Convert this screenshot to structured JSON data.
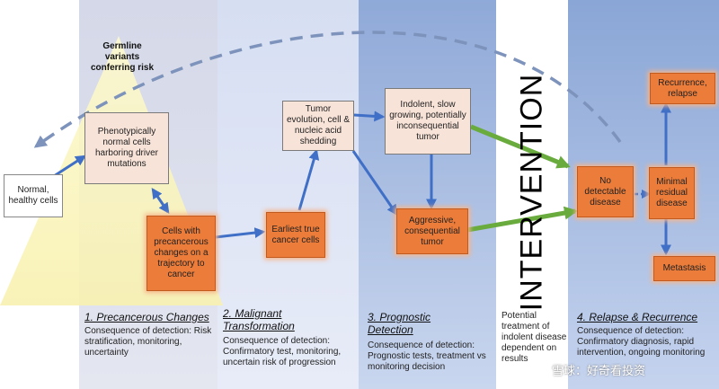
{
  "germline_label": "Germline variants conferring risk",
  "intervention_label": "INTERVENTION",
  "boxes": {
    "normal": "Normal, healthy cells",
    "phenotypic": "Phenotypically normal cells harboring driver mutations",
    "precancerous": "Cells with precancerous changes on a trajectory to cancer",
    "earliest": "Earliest true cancer cells",
    "tumor_evolution": "Tumor evolution, cell & nucleic acid shedding",
    "indolent": "Indolent, slow growing, potentially inconsequential tumor",
    "aggressive": "Aggressive, consequential tumor",
    "no_disease": "No detectable disease",
    "minimal_residual": "Minimal residual disease",
    "recurrence": "Recurrence, relapse",
    "metastasis": "Metastasis"
  },
  "stages": [
    {
      "title": "1. Precancerous Changes",
      "sub": "Consequence of detection: Risk stratification, monitoring, uncertainty"
    },
    {
      "title": "2. Malignant Transformation",
      "sub": "Consequence of detection: Confirmatory test, monitoring, uncertain risk of progression"
    },
    {
      "title": "3. Prognostic Detection",
      "sub": "Consequence of detection: Prognostic tests, treatment vs monitoring decision"
    },
    {
      "title": "",
      "sub": "Potential treatment of indolent disease dependent on results"
    },
    {
      "title": "4. Relapse & Recurrence",
      "sub": "Consequence of detection: Confirmatory diagnosis, rapid intervention, ongoing monitoring"
    }
  ],
  "watermark": "雪球：好奇看投资",
  "colors": {
    "arrow_blue": "#3f6fc6",
    "arrow_green": "#6aab3e",
    "dashed": "#7d93bb",
    "box_orange": "#ec7c3a",
    "box_pale": "#f8e3d8",
    "germline_glow": "#fbf6c0"
  }
}
